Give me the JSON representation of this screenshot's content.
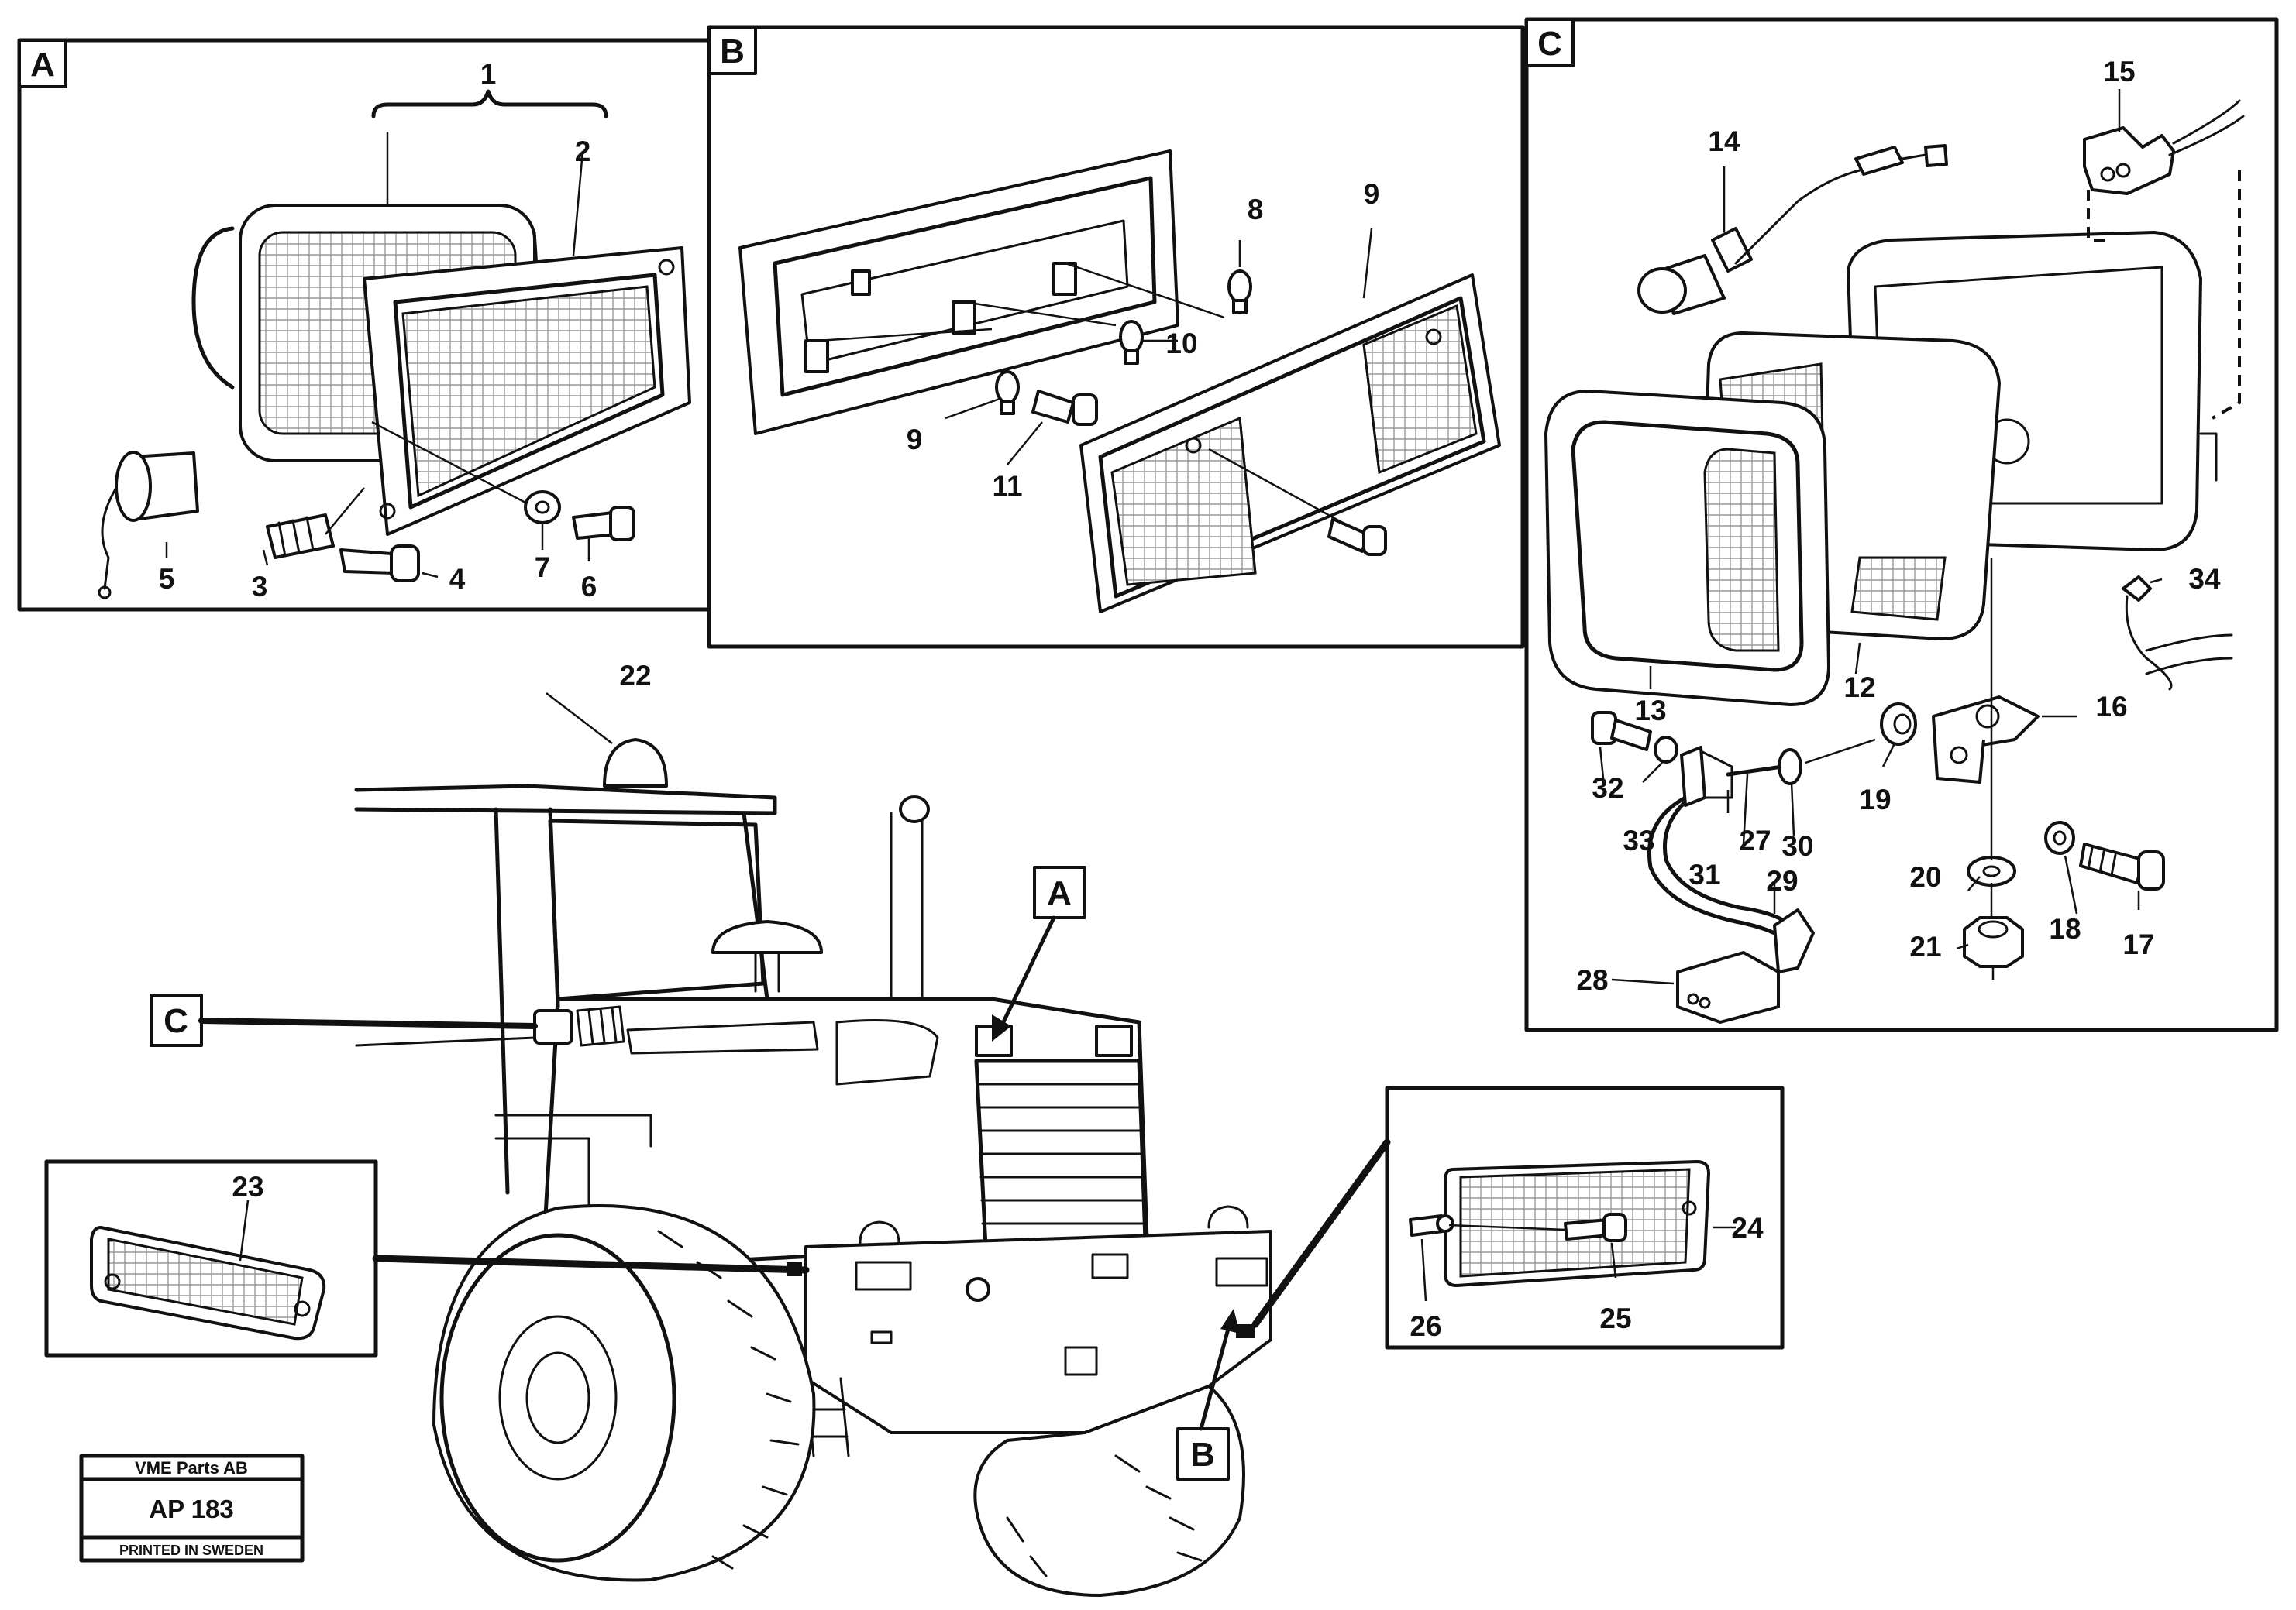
{
  "panels": {
    "a": {
      "tag": "A",
      "labels": [
        "1",
        "2",
        "3",
        "4",
        "5",
        "6",
        "7"
      ]
    },
    "b": {
      "tag": "B",
      "labels": [
        "8",
        "9",
        "9",
        "10",
        "11"
      ]
    },
    "c": {
      "tag": "C",
      "labels": [
        "12",
        "13",
        "14",
        "15",
        "16",
        "17",
        "18",
        "19",
        "20",
        "21",
        "27",
        "28",
        "29",
        "30",
        "31",
        "32",
        "33",
        "34"
      ]
    },
    "left_inset": {
      "labels": [
        "23"
      ]
    },
    "right_inset": {
      "labels": [
        "24",
        "25",
        "26"
      ]
    }
  },
  "machine": {
    "beacon_label": "22",
    "callouts": [
      "A",
      "B",
      "C"
    ]
  },
  "stamp": {
    "company": "VME Parts AB",
    "code": "AP 183",
    "printed": "PRINTED IN SWEDEN"
  }
}
